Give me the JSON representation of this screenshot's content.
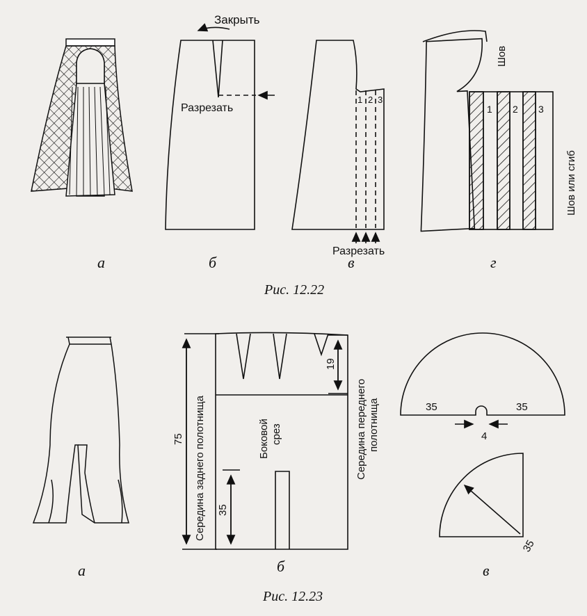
{
  "fig1": {
    "caption": "Рис. 12.22",
    "sublabels": [
      "а",
      "б",
      "в",
      "г"
    ],
    "close_label": "Закрыть",
    "cut_label_b": "Разрезать",
    "cut_label_v": "Разрезать",
    "strip_nums_v": [
      "1",
      "2",
      "3"
    ],
    "strip_nums_g": [
      "1",
      "2",
      "3"
    ],
    "seam_label": "Шов",
    "seam_fold_label": "Шов или сгиб"
  },
  "fig2": {
    "caption": "Рис. 12.23",
    "sublabels": [
      "а",
      "б",
      "в"
    ],
    "back_center": "Середина заднего полотнища",
    "front_center_1": "Середина переднего",
    "front_center_2": "полотнища",
    "side_1": "Боковой",
    "side_2": "срез",
    "dim_75": "75",
    "dim_35": "35",
    "dim_19": "19",
    "semi_left": "35",
    "semi_right": "35",
    "semi_gap": "4",
    "quarter_radius": "35"
  },
  "colors": {
    "ink": "#111111",
    "paper": "#f1efec"
  }
}
